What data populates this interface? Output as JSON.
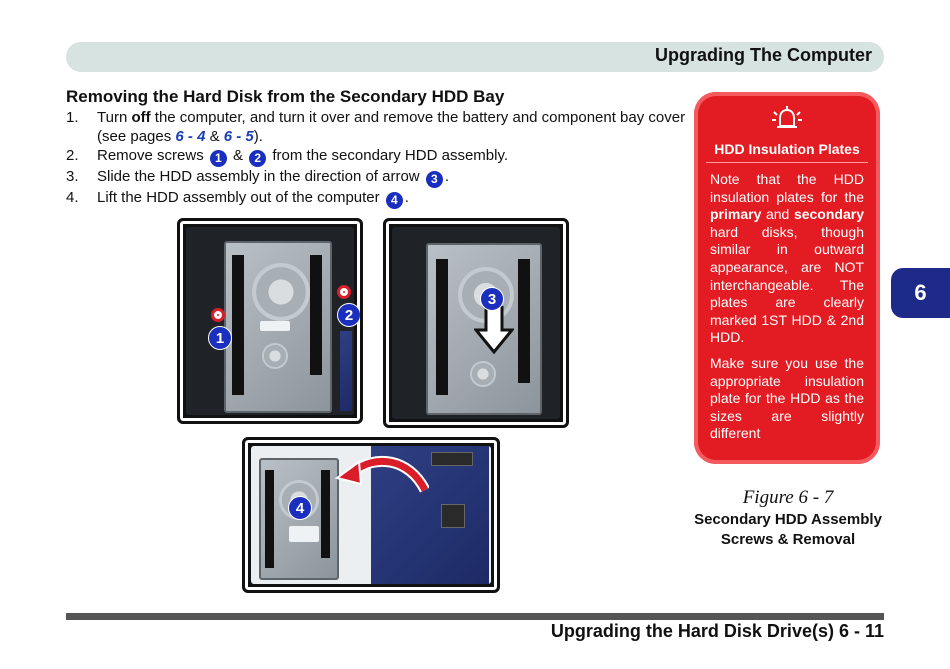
{
  "header": {
    "title": "Upgrading The Computer"
  },
  "section": {
    "title": "Removing the Hard Disk from the Secondary HDD Bay"
  },
  "steps": [
    {
      "num": "1.",
      "pre": "Turn ",
      "bold": "off",
      "mid": " the computer, and turn it over and remove the battery and component bay cover (see pages ",
      "ref1": "6 - 4",
      "amp": " & ",
      "ref2": "6 - 5",
      "post": ")."
    },
    {
      "num": "2.",
      "pre": "Remove screws ",
      "b1": "1",
      "amp": " & ",
      "b2": "2",
      "post": " from the secondary HDD assembly."
    },
    {
      "num": "3.",
      "pre": "Slide the HDD assembly in the direction of arrow ",
      "b1": "3",
      "post": "."
    },
    {
      "num": "4.",
      "pre": "Lift the HDD assembly out of the computer ",
      "b1": "4",
      "post": "."
    }
  ],
  "figure": {
    "callouts": {
      "c1": "1",
      "c2": "2",
      "c3": "3",
      "c4": "4"
    },
    "number": "Figure 6 - 7",
    "caption": "Secondary HDD Assembly Screws & Removal"
  },
  "sidebar": {
    "icon": "warning-bell-icon",
    "title": "HDD Insulation Plates",
    "p1_a": "Note that the HDD insulation plates for the ",
    "p1_b1": "primary",
    "p1_and": " and ",
    "p1_b2": "secondary",
    "p1_c": " hard disks, though similar in outward appearance, are NOT interchangeable. The plates are clearly marked 1ST HDD & 2nd HDD.",
    "p2": "Make sure you use the appropriate insulation plate for the HDD as the sizes are slightly different",
    "color": "#e31b23"
  },
  "chapter_tab": {
    "label": "6",
    "color": "#1e2a8a"
  },
  "footer": {
    "text": "Upgrading the Hard Disk Drive(s)  6  -  11"
  }
}
